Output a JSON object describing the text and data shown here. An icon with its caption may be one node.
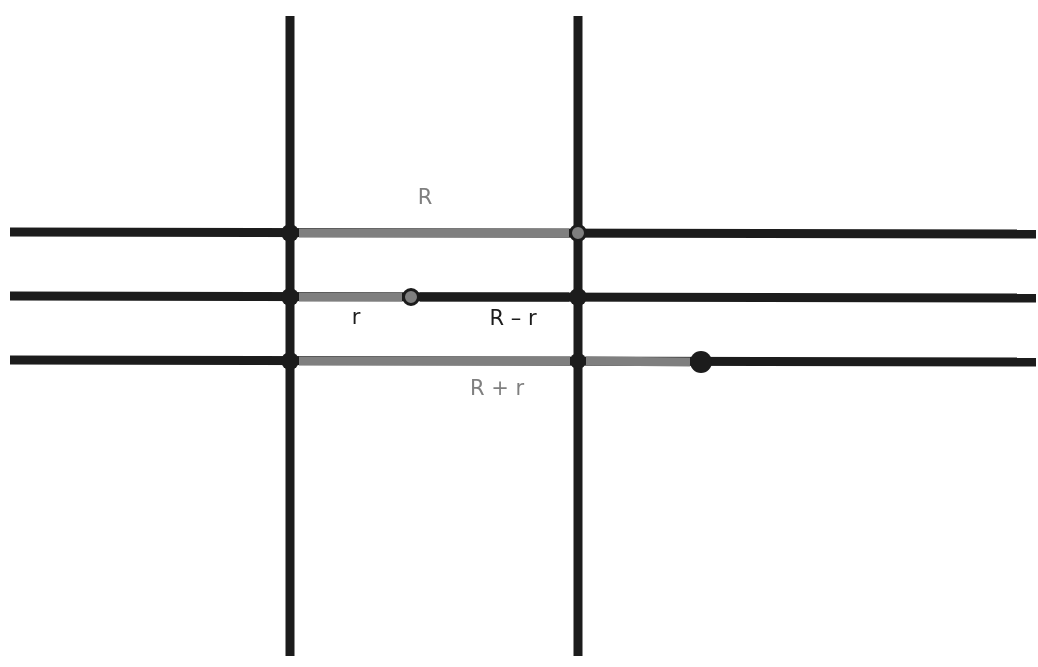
{
  "diagram": {
    "nodes": [
      {
        "text": [],
        "shape": "circle"
      },
      {
        "text": [],
        "shape": "circle"
      },
      {
        "text": [],
        "shape": "circle"
      },
      {
        "text": [],
        "shape": "circle"
      },
      {
        "text": [],
        "shape": "circle"
      },
      {
        "text": [],
        "shape": "circle"
      },
      {
        "text": [],
        "shape": "circle"
      },
      {
        "text": [],
        "shape": "circle"
      }
    ],
    "edges": [
      {
        "from": 0,
        "to": 1,
        "arrow": "none",
        "label": "R"
      },
      {
        "from": 2,
        "to": 3,
        "arrow": "none",
        "label": "r"
      },
      {
        "from": 3,
        "to": 4,
        "arrow": "none",
        "label": "R – r",
        "color": "#1c1c1c"
      },
      {
        "from": 5,
        "to": 6,
        "arrow": "none",
        "label": "R + r"
      },
      {
        "from": 6,
        "to": 7,
        "arrow": "none"
      }
    ]
  }
}
